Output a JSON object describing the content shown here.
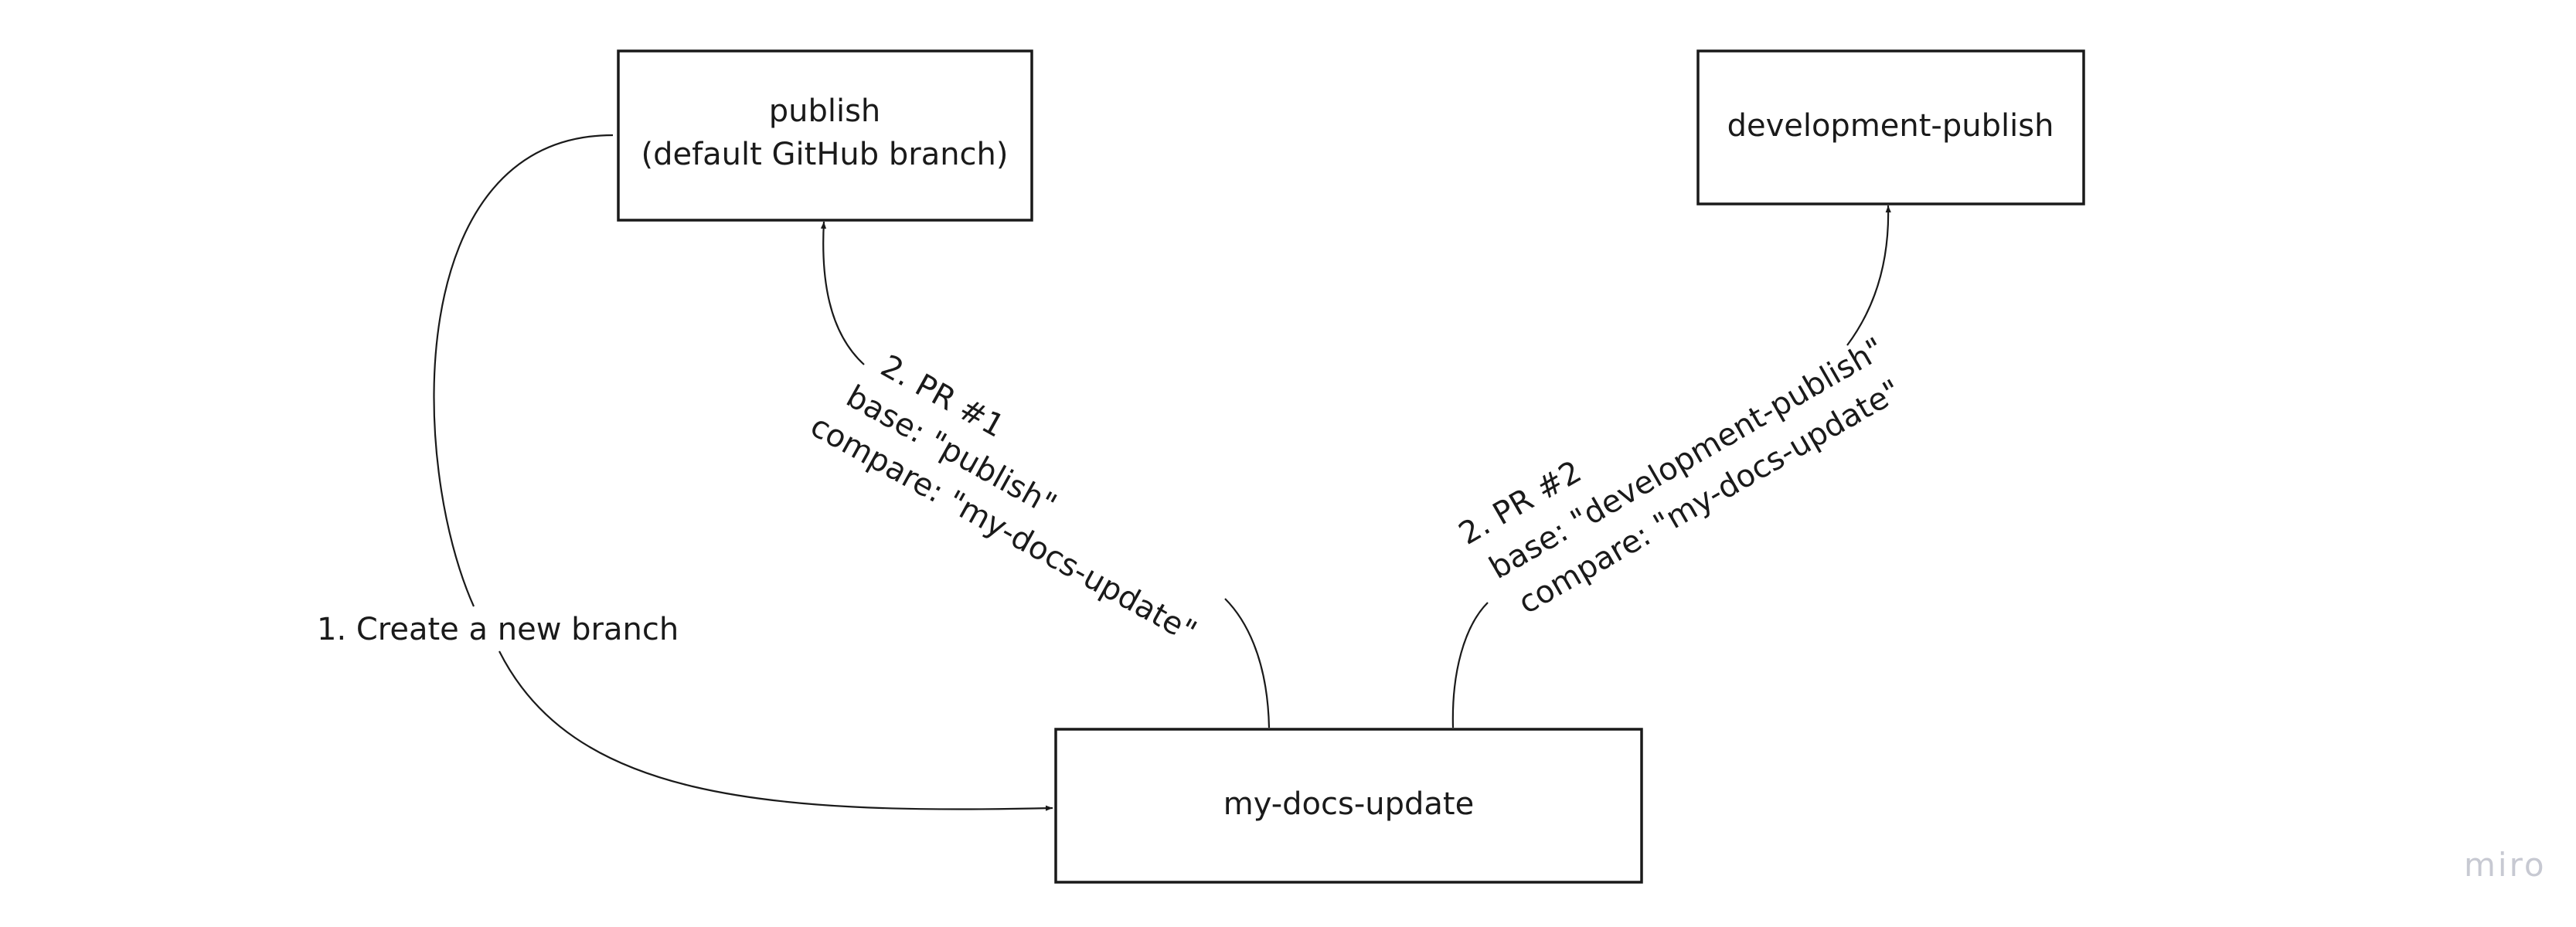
{
  "nodes": {
    "publish": {
      "line1": "publish",
      "line2": "(default GitHub branch)"
    },
    "development_publish": {
      "label": "development-publish"
    },
    "my_docs_update": {
      "label": "my-docs-update"
    }
  },
  "edges": {
    "create_branch": {
      "label": "1. Create a new branch"
    },
    "pr1": {
      "line1": "2. PR #1",
      "line2": "base: \"publish\"",
      "line3": "compare: \"my-docs-update\""
    },
    "pr2": {
      "line1": "2. PR #2",
      "line2": "base: \"development-publish\"",
      "line3": "compare: \"my-docs-update\""
    }
  },
  "watermark": "miro"
}
